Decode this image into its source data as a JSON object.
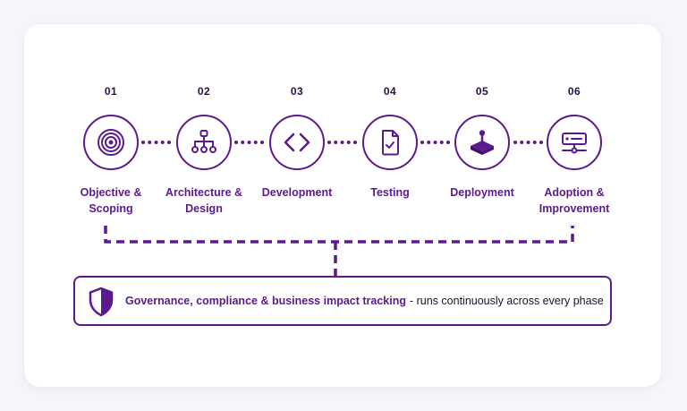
{
  "phases": [
    {
      "num": "01",
      "label": "Objective & Scoping",
      "icon": "target-icon"
    },
    {
      "num": "02",
      "label": "Architecture & Design",
      "icon": "hierarchy-icon"
    },
    {
      "num": "03",
      "label": "Development",
      "icon": "code-brackets-icon"
    },
    {
      "num": "04",
      "label": "Testing",
      "icon": "document-check-icon"
    },
    {
      "num": "05",
      "label": "Deployment",
      "icon": "joystick-icon"
    },
    {
      "num": "06",
      "label": "Adoption & Improvement",
      "icon": "server-network-icon"
    }
  ],
  "governance": {
    "highlight": "Governance, compliance & business impact tracking",
    "rest": "- runs continuously across every phase",
    "icon": "shield-icon"
  },
  "colors": {
    "accent": "#5b1a8e",
    "text": "#1d1030",
    "background": "#ffffff"
  }
}
